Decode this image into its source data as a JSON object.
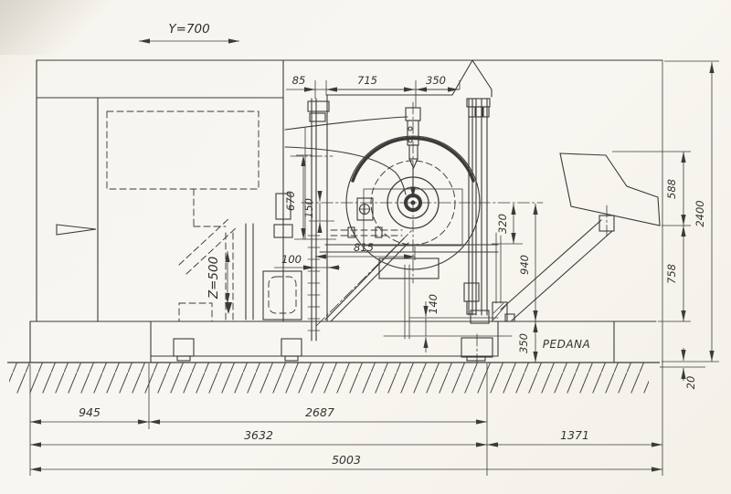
{
  "labels": {
    "y_travel": "Y=700",
    "z_travel": "Z=500",
    "platform": "PEDANA"
  },
  "dims": {
    "top": {
      "d85": "85",
      "d715": "715",
      "d350": "350"
    },
    "left": {
      "d670": "670",
      "d150": "150",
      "d815": "815",
      "d100": "100"
    },
    "mid": {
      "d320": "320",
      "d940": "940",
      "d140": "140",
      "d350p": "350"
    },
    "right": {
      "d588": "588",
      "d2400": "2400",
      "d758": "758",
      "d20": "20"
    },
    "bottom": {
      "d945": "945",
      "d2687": "2687",
      "d3632": "3632",
      "d1371": "1371",
      "d5003": "5003"
    }
  },
  "colors": {
    "paper": "#f7f5ef",
    "ink": "#3b3b3b"
  }
}
